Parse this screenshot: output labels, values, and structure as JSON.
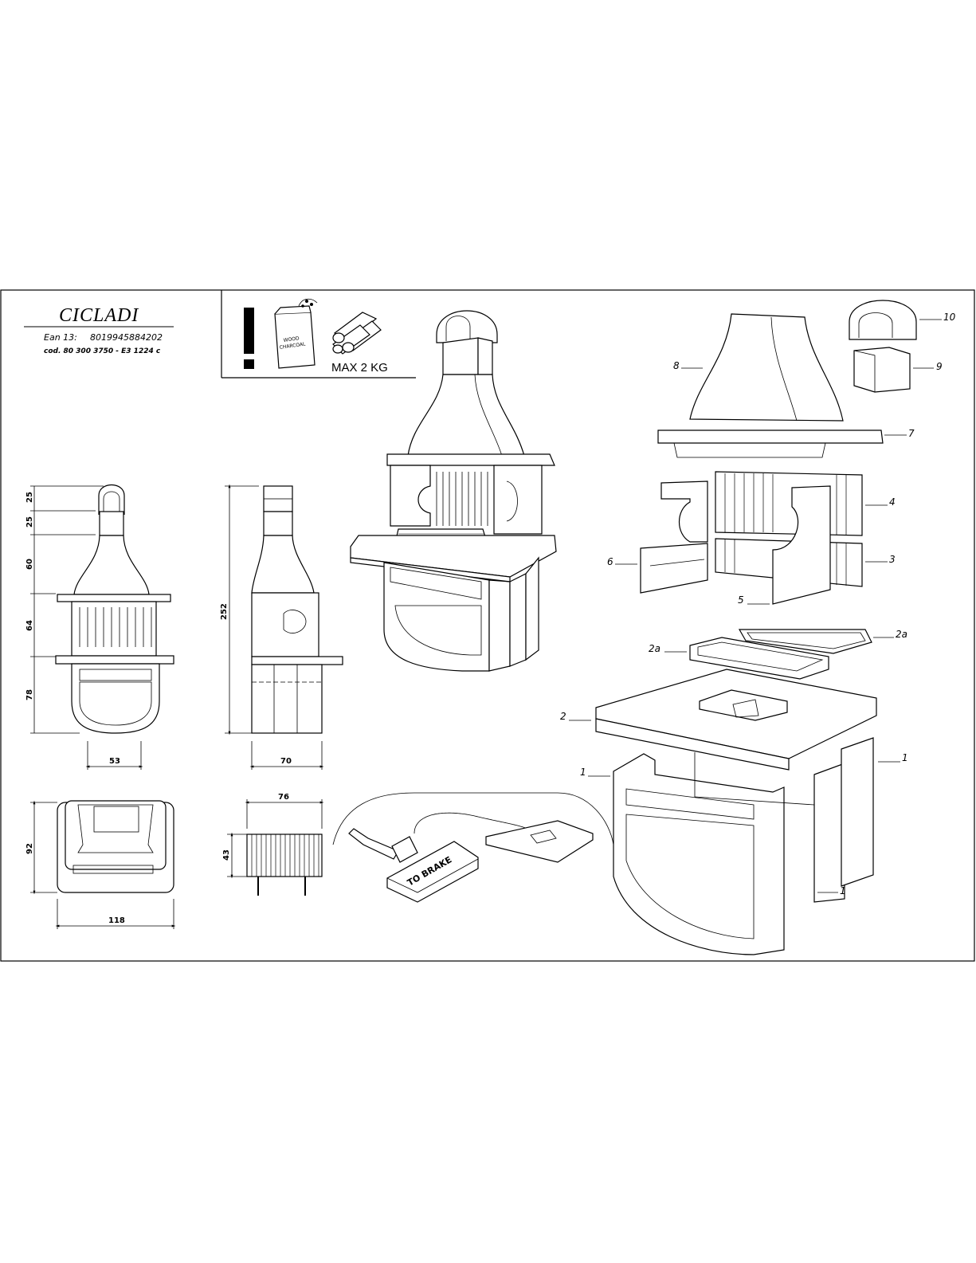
{
  "header": {
    "title": "CICLADI",
    "ean_label": "Ean 13:",
    "ean_value": "8019945884202",
    "code": "cod. 80 300 3750 - E3 1224 c"
  },
  "fuel_notice": {
    "exclamation_icon": "exclamation-icon",
    "bag_text_line1": "WOOD",
    "bag_text_line2": "CHARCOAL",
    "logs_icon": "wood-logs-icon",
    "max_load": "MAX 2 KG"
  },
  "front_view": {
    "dimensions": {
      "seg1": "25",
      "seg2": "25",
      "seg3": "60",
      "seg4": "64",
      "seg5": "78",
      "width": "53"
    }
  },
  "side_view": {
    "height": "252",
    "depth": "70"
  },
  "top_view": {
    "depth": "92",
    "width": "118"
  },
  "grate_view": {
    "width": "76",
    "height": "43"
  },
  "brake_instruction": {
    "stamp_text": "TO BRAKE"
  },
  "part_numbers": {
    "p10": "10",
    "p9": "9",
    "p8": "8",
    "p7": "7",
    "p4": "4",
    "p3": "3",
    "p6": "6",
    "p5": "5",
    "p2a_right": "2a",
    "p2a_left": "2a",
    "p2": "2",
    "p1_right": "1",
    "p1_left": "1",
    "p1_bottom": "1"
  },
  "colors": {
    "line": "#000000",
    "paper": "#ffffff"
  }
}
